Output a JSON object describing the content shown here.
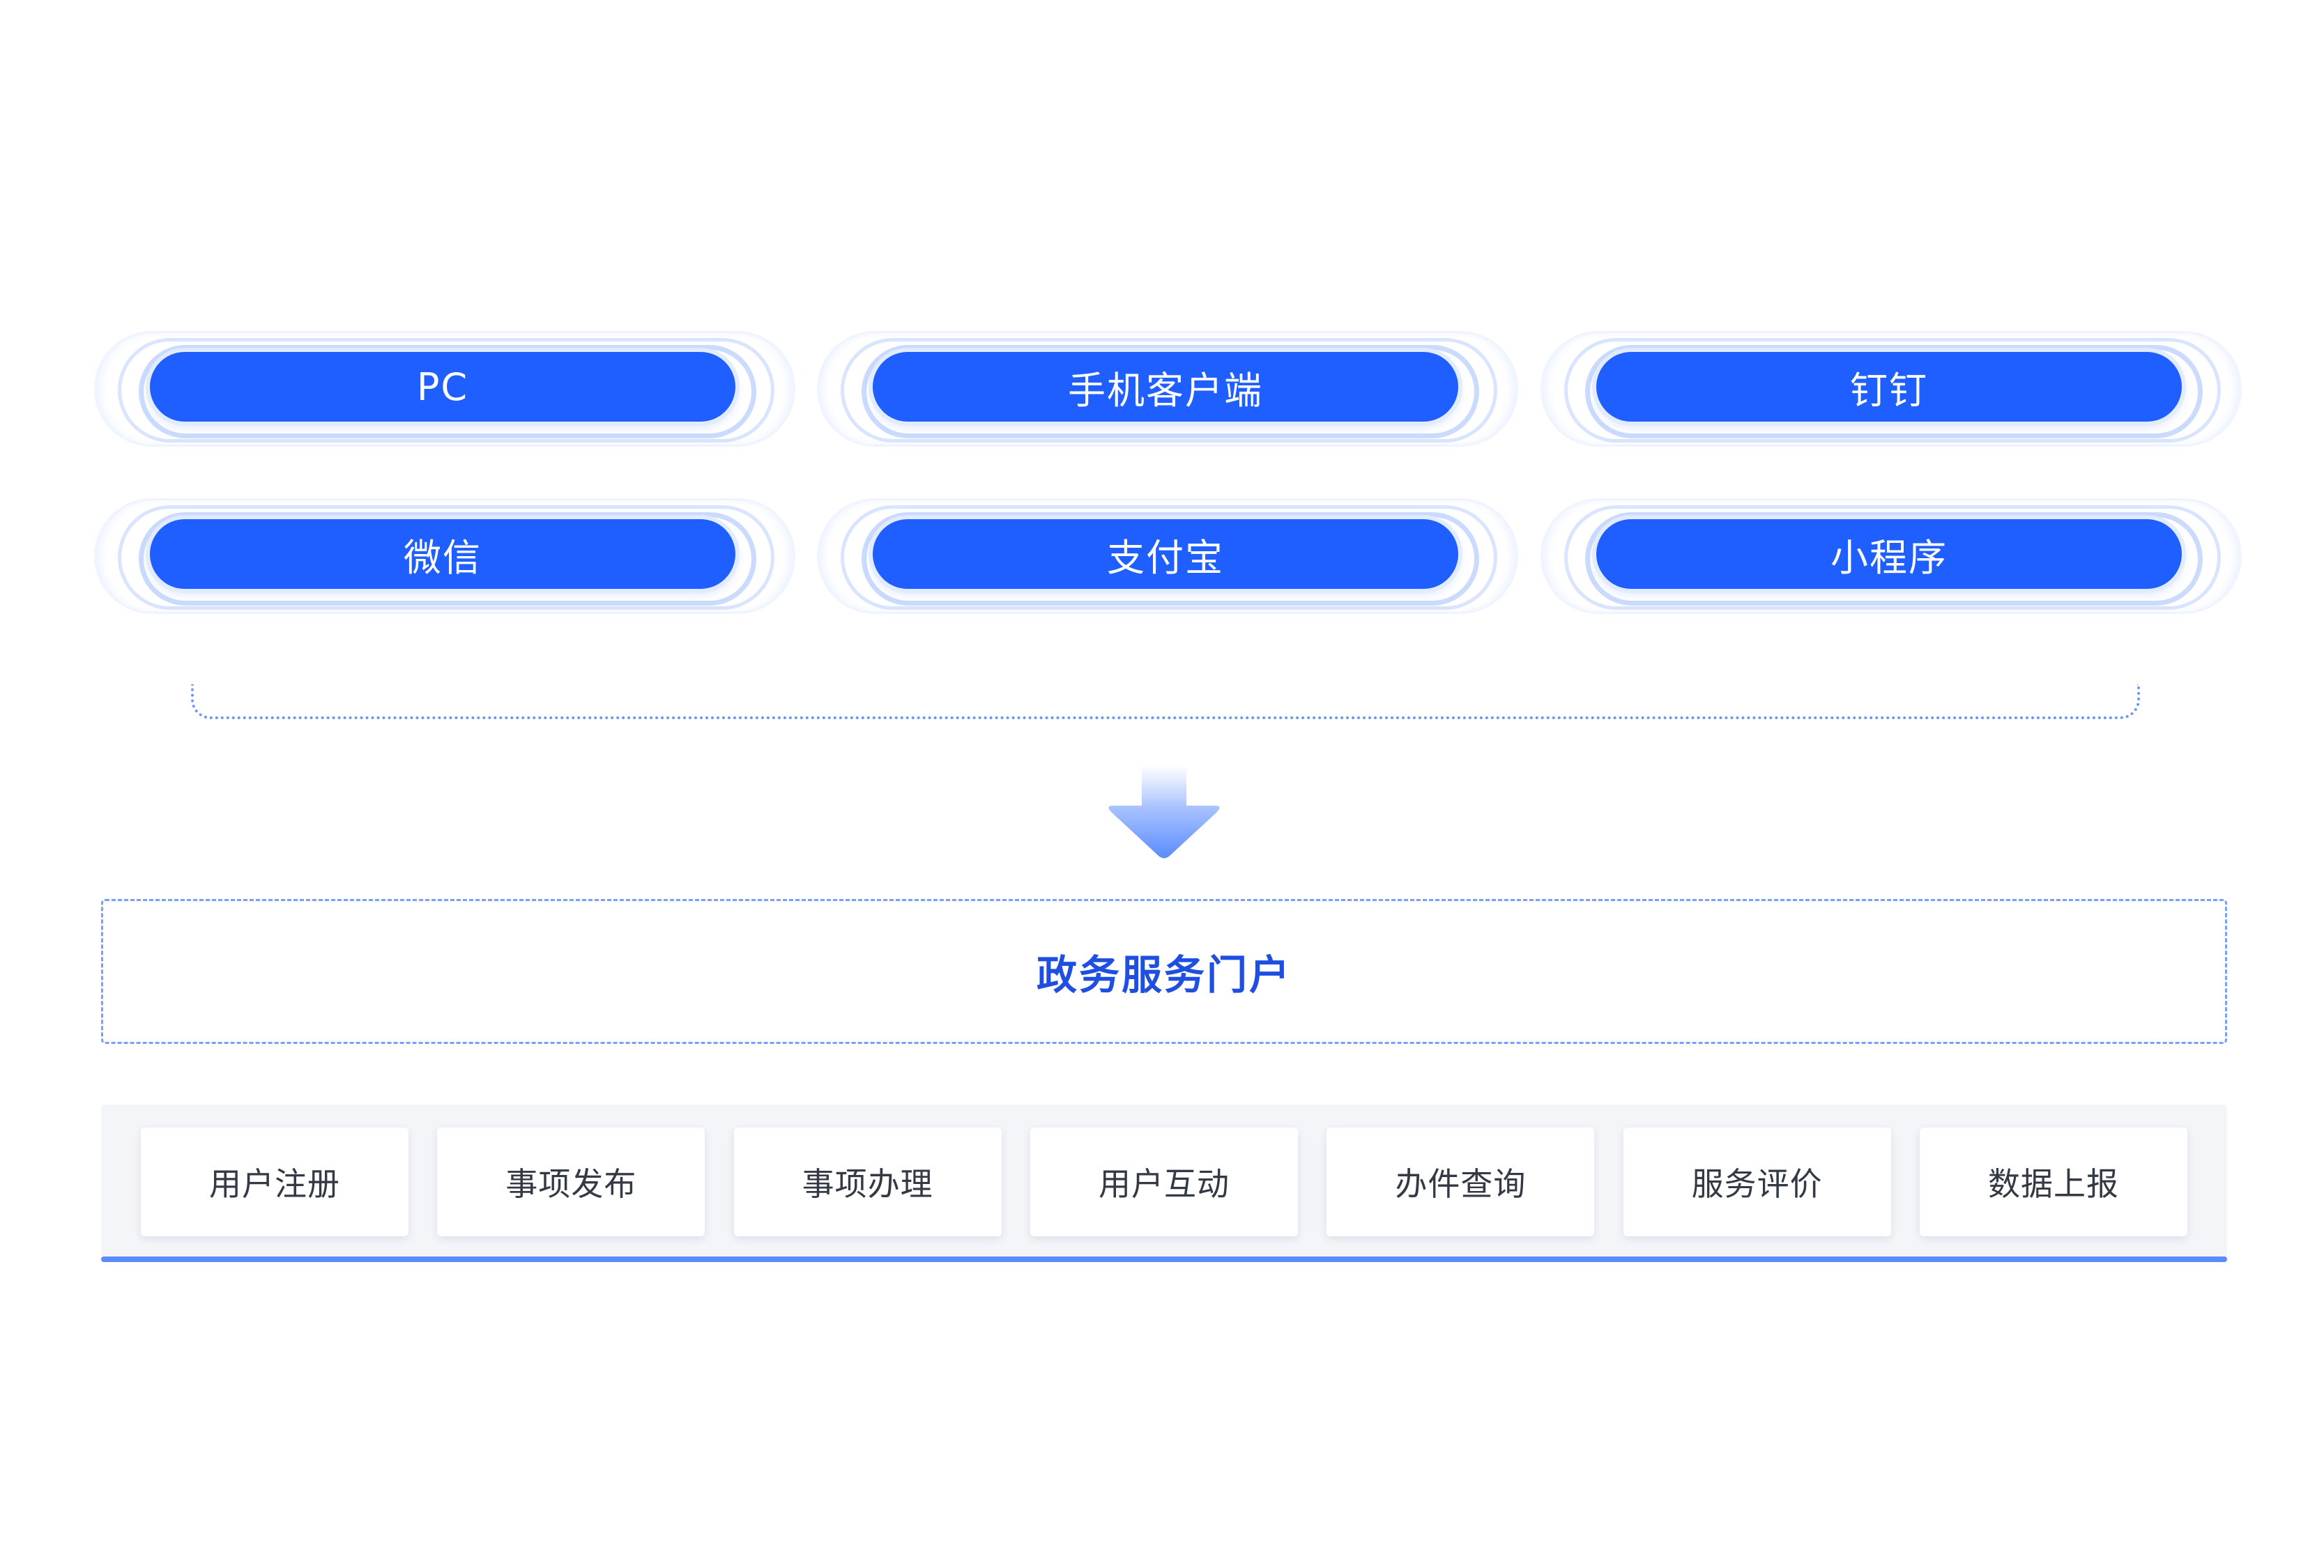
{
  "channels": {
    "row1": [
      {
        "label": "PC"
      },
      {
        "label": "手机客户端"
      },
      {
        "label": "钉钉"
      }
    ],
    "row2": [
      {
        "label": "微信"
      },
      {
        "label": "支付宝"
      },
      {
        "label": "小程序"
      }
    ]
  },
  "portal": {
    "title": "政务服务门户"
  },
  "functions": [
    {
      "label": "用户注册"
    },
    {
      "label": "事项发布"
    },
    {
      "label": "事项办理"
    },
    {
      "label": "用户互动"
    },
    {
      "label": "办件查询"
    },
    {
      "label": "服务评价"
    },
    {
      "label": "数据上报"
    }
  ],
  "colors": {
    "pill": "#1f5fff",
    "portal_title": "#1f4fe0",
    "accent_line": "#5b8cff",
    "panel_bg": "#f3f5f9"
  }
}
